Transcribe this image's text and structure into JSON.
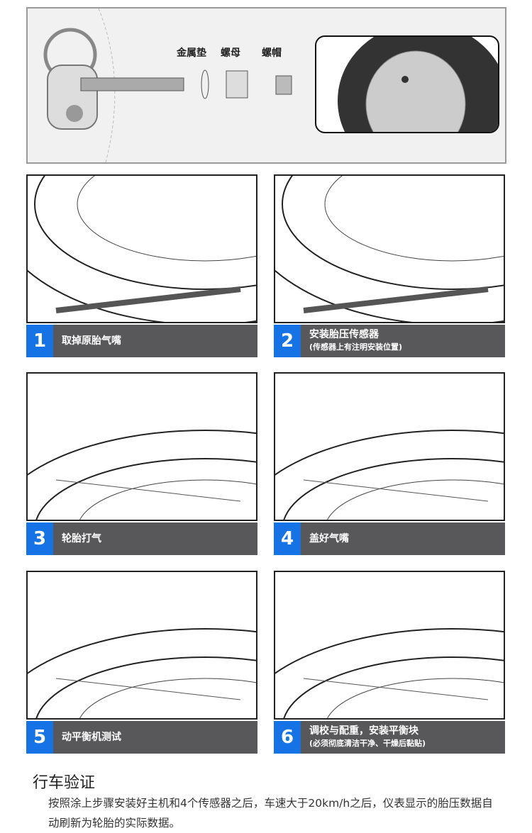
{
  "parts": {
    "washer": "金属垫",
    "nut": "螺母",
    "cap": "螺帽"
  },
  "steps": [
    {
      "num": "1",
      "label": "取掉原胎气嘴"
    },
    {
      "num": "2",
      "label": "安装胎压传感器",
      "note": "(传感器上有注明安装位置)"
    },
    {
      "num": "3",
      "label": "轮胎打气"
    },
    {
      "num": "4",
      "label": "盖好气嘴"
    },
    {
      "num": "5",
      "label": "动平衡机测试"
    },
    {
      "num": "6",
      "label": "调校与配重，安装平衡块",
      "note": "(必须彻底清洁干净、干燥后黏贴)"
    }
  ],
  "verify": {
    "title": "行车验证",
    "text": "按照涂上步骤安装好主机和4个传感器之后，车速大于20km/h之后，仪表显示的胎压数据自动刷新为轮胎的实际数据。"
  },
  "colors": {
    "accent": "#1673e6",
    "bar": "#58585a"
  }
}
